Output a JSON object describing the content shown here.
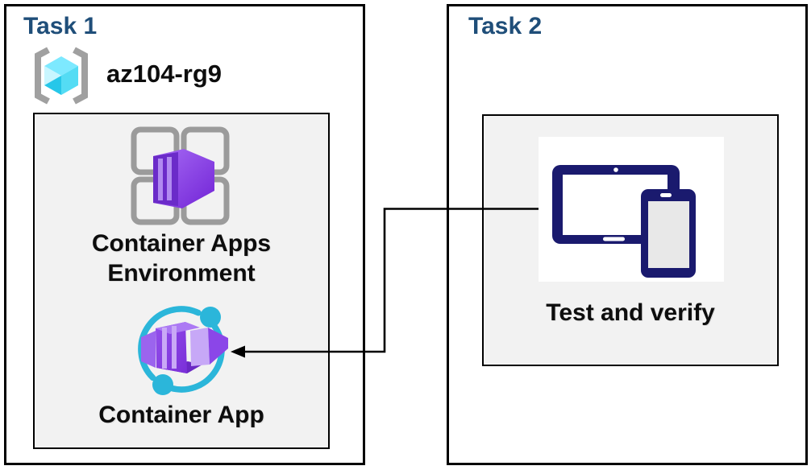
{
  "task1": {
    "title": "Task 1",
    "resource_group_name": "az104-rg9",
    "environment": {
      "line1": "Container Apps",
      "line2": "Environment"
    },
    "container_app_label": "Container App"
  },
  "task2": {
    "title": "Task 2",
    "label": "Test and verify"
  },
  "arrow": {
    "from": "task2-devices-box",
    "to": "task1-container-app-icon",
    "direction": "points-left"
  },
  "icons": {
    "resource_group": "resource-group-icon",
    "environment": "container-apps-environment-icon",
    "container_app": "container-app-icon",
    "devices": "tablet-and-phone-icon"
  },
  "colors": {
    "title_blue": "#1F4E79",
    "box_border": "#000000",
    "inner_box_bg": "#F2F2F2",
    "device_navy": "#1A1A6E",
    "cyan_accent": "#2BB6DA",
    "purple_main": "#8B46E8",
    "purple_dark": "#7224D6",
    "purple_stripe": "#B18AF1",
    "grid_gray": "#9B9B9B",
    "cube_cyan": "#7DE9FF",
    "bracket_gray": "#A0A0A0"
  }
}
